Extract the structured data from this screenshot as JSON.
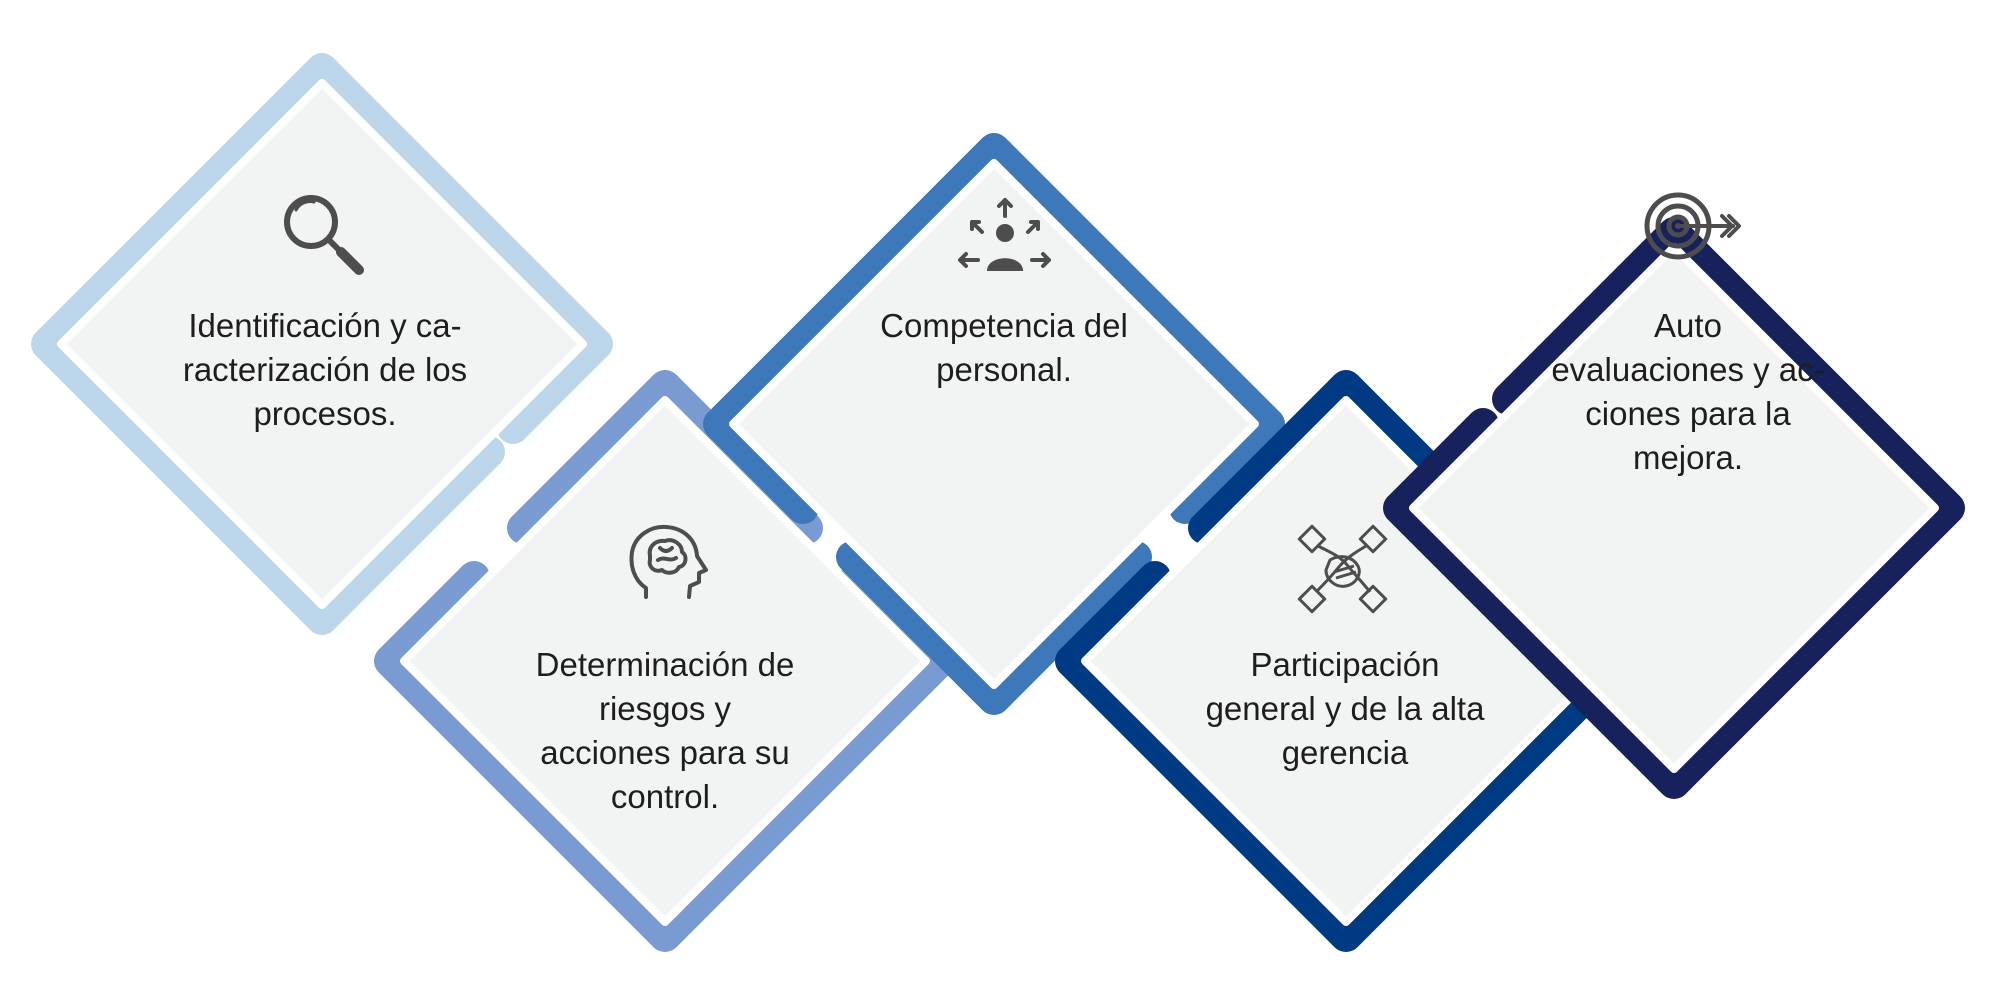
{
  "cards": [
    {
      "id": "identificacion",
      "lines": [
        "Identificación y ca-",
        "racterización de los",
        "procesos."
      ],
      "icon": "magnifier-icon",
      "color": "#bcd7ec"
    },
    {
      "id": "determinacion",
      "lines": [
        "Determinación de",
        "riesgos y",
        "acciones para su",
        "control."
      ],
      "icon": "brain-head-icon",
      "color": "#7a9bd1"
    },
    {
      "id": "competencia",
      "lines": [
        "Competencia del",
        "personal."
      ],
      "icon": "person-arrows-icon",
      "color": "#3d78bb"
    },
    {
      "id": "participacion",
      "lines": [
        "Participación",
        "general y de la alta",
        "gerencia"
      ],
      "icon": "teamwork-hands-icon",
      "color": "#003a82"
    },
    {
      "id": "autoevaluaciones",
      "lines": [
        "Auto",
        "evaluaciones y ac-",
        "ciones para la",
        "mejora."
      ],
      "icon": "target-icon",
      "color": "#17215c"
    }
  ],
  "colors": {
    "card_fill": "#f2f3f3",
    "inner_border": "#ffffff",
    "icon": "#4d4d4d",
    "text": "#1e1e1e"
  }
}
